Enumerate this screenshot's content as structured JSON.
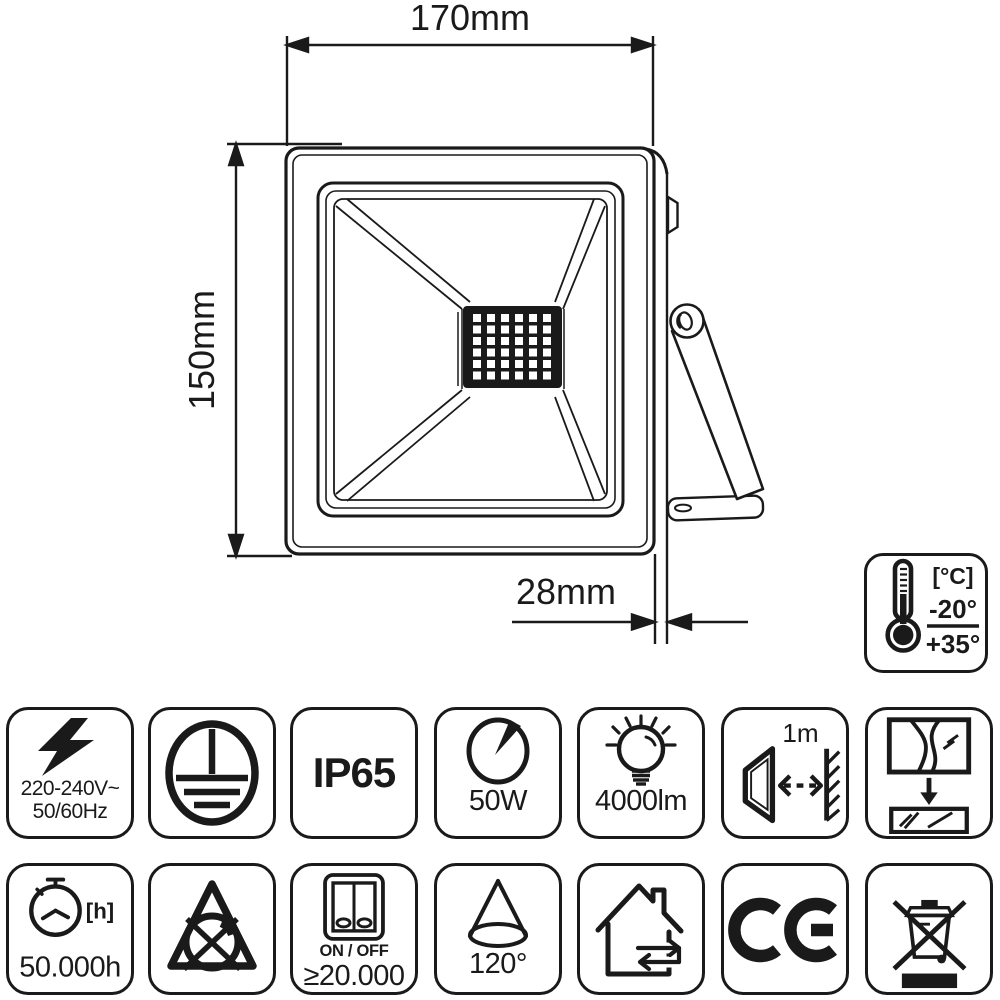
{
  "diagram": {
    "subject": "LED floodlight technical drawing",
    "dimensions": {
      "width": "170mm",
      "height": "150mm",
      "depth": "28mm"
    },
    "temperature_range": {
      "unit": "[°C]",
      "min": "-20°",
      "max": "+35°"
    }
  },
  "spec_badges": {
    "voltage": {
      "line1": "220-240V~",
      "line2": "50/60Hz",
      "icon": "lightning-bolt-icon"
    },
    "protection_class": {
      "icon": "protective-earth-icon"
    },
    "ip_rating": {
      "label": "IP65"
    },
    "wattage": {
      "label": "50W",
      "icon": "power-dial-icon"
    },
    "luminous_flux": {
      "label": "4000lm",
      "icon": "light-bulb-icon"
    },
    "mounting_distance": {
      "label": "1m",
      "icon": "distance-to-surface-icon"
    },
    "tempered_glass": {
      "icon": "broken-glass-replacement-icon"
    },
    "lifetime": {
      "unit": "[h]",
      "label": "50.000h",
      "icon": "stopwatch-icon"
    },
    "non_dimmable": {
      "icon": "crossed-circle-triangle-icon"
    },
    "switching_cycles": {
      "line1": "ON / OFF",
      "line2": "≥20.000",
      "icon": "rocker-switch-icon"
    },
    "beam_angle": {
      "label": "120°",
      "icon": "beam-cone-icon"
    },
    "indoor_outdoor": {
      "icon": "house-airflow-icon"
    },
    "ce_mark": {
      "label": "CE"
    },
    "weee": {
      "icon": "crossed-out-wheelie-bin-icon"
    }
  }
}
